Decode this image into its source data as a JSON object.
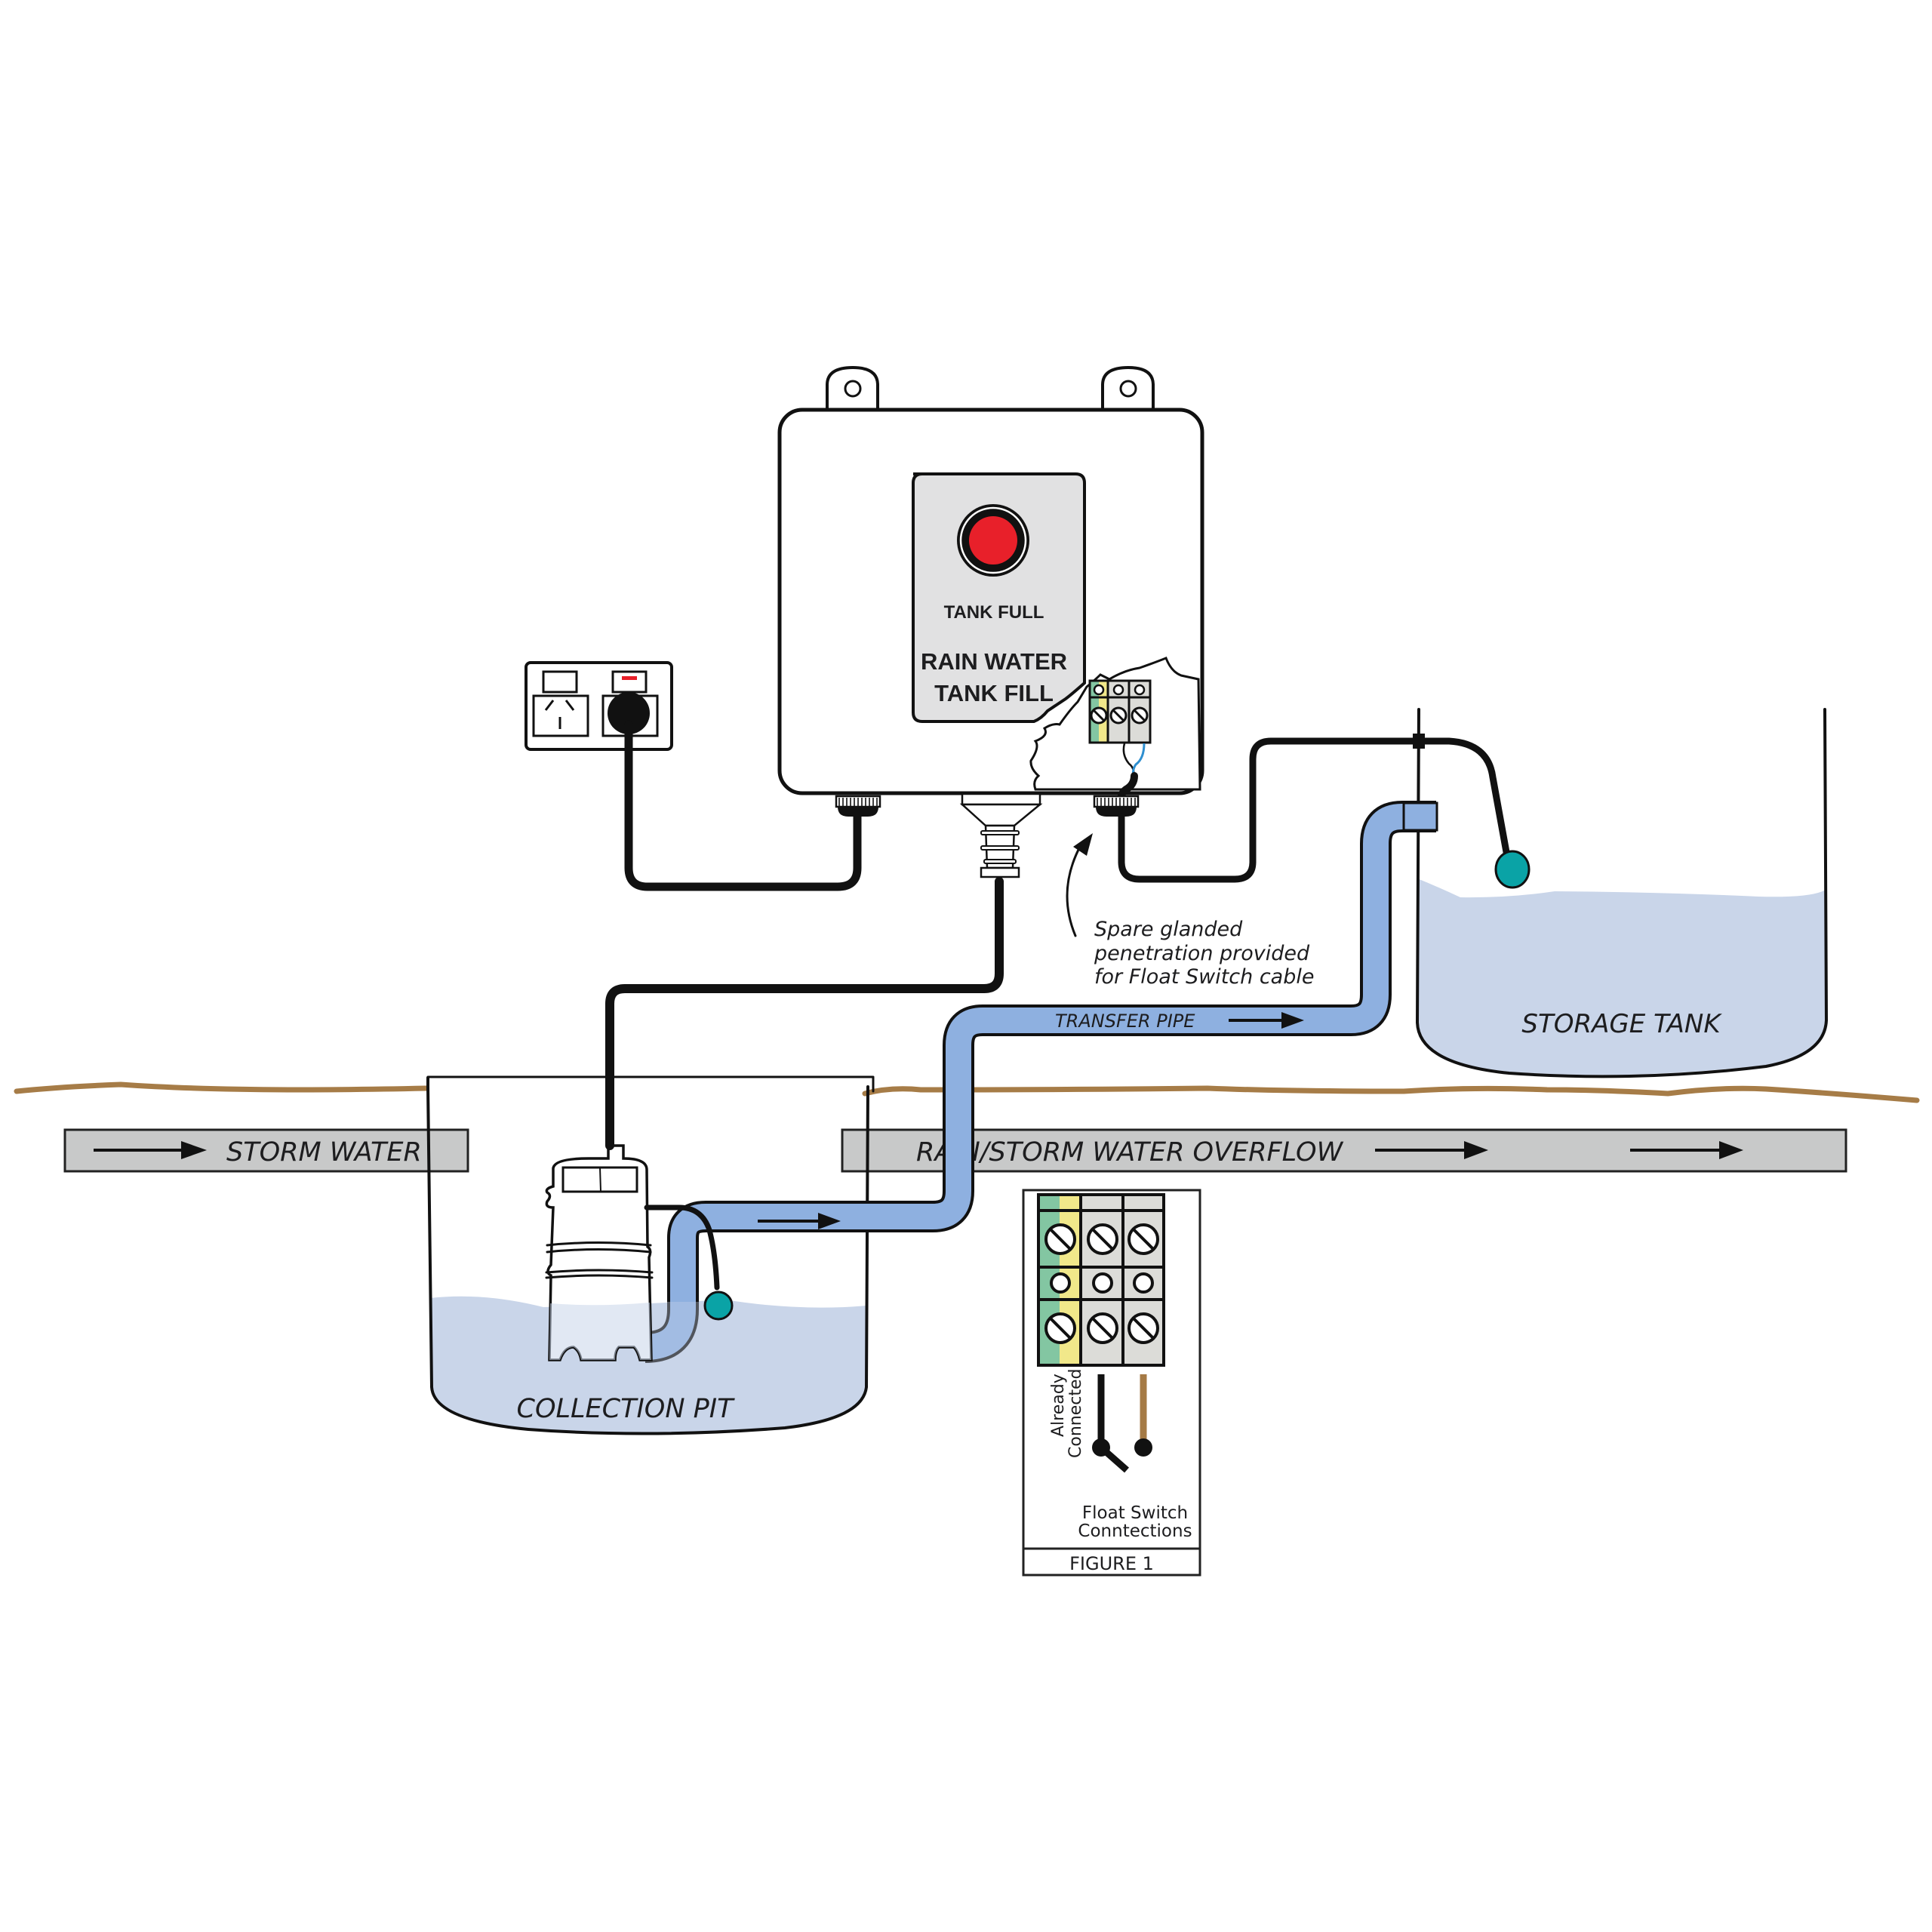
{
  "diagram": {
    "title": "Rain Water Tank Fill Installation Diagram",
    "control_box": {
      "indicator_label": "TANK FULL",
      "product_name_line1": "RAIN WATER",
      "product_name_line2": "TANK FILL",
      "indicator_color": "#e8202a",
      "panel_color": "#e1e1e2"
    },
    "annotation": {
      "line1": "Spare glanded",
      "line2": "penetration provided",
      "line3": "for Float Switch cable"
    },
    "pipes": {
      "transfer_pipe_label": "TRANSFER PIPE",
      "storm_water_label": "STORM WATER",
      "overflow_label": "RAIN/STORM WATER OVERFLOW"
    },
    "tanks": {
      "collection_pit_label": "COLLECTION PIT",
      "storage_tank_label": "STORAGE TANK"
    },
    "figure": {
      "already_connected_line1": "Already",
      "already_connected_line2": "Connected",
      "float_switch_line1": "Float Switch",
      "float_switch_line2": "Conntections",
      "caption": "FIGURE 1"
    },
    "colors": {
      "water": "#c9d5e9",
      "pipe": "#8eb0e0",
      "ground": "#a67c47",
      "drain": "#c8c9c9",
      "float": "#0aa3a6",
      "earth_green": "#83c6a2",
      "earth_yellow": "#f1e88a",
      "terminal_grey": "#dcdcd8",
      "brown_wire": "#a57a45",
      "blue_wire": "#2f8fd0",
      "outlet_indicator": "#e8202a"
    }
  }
}
